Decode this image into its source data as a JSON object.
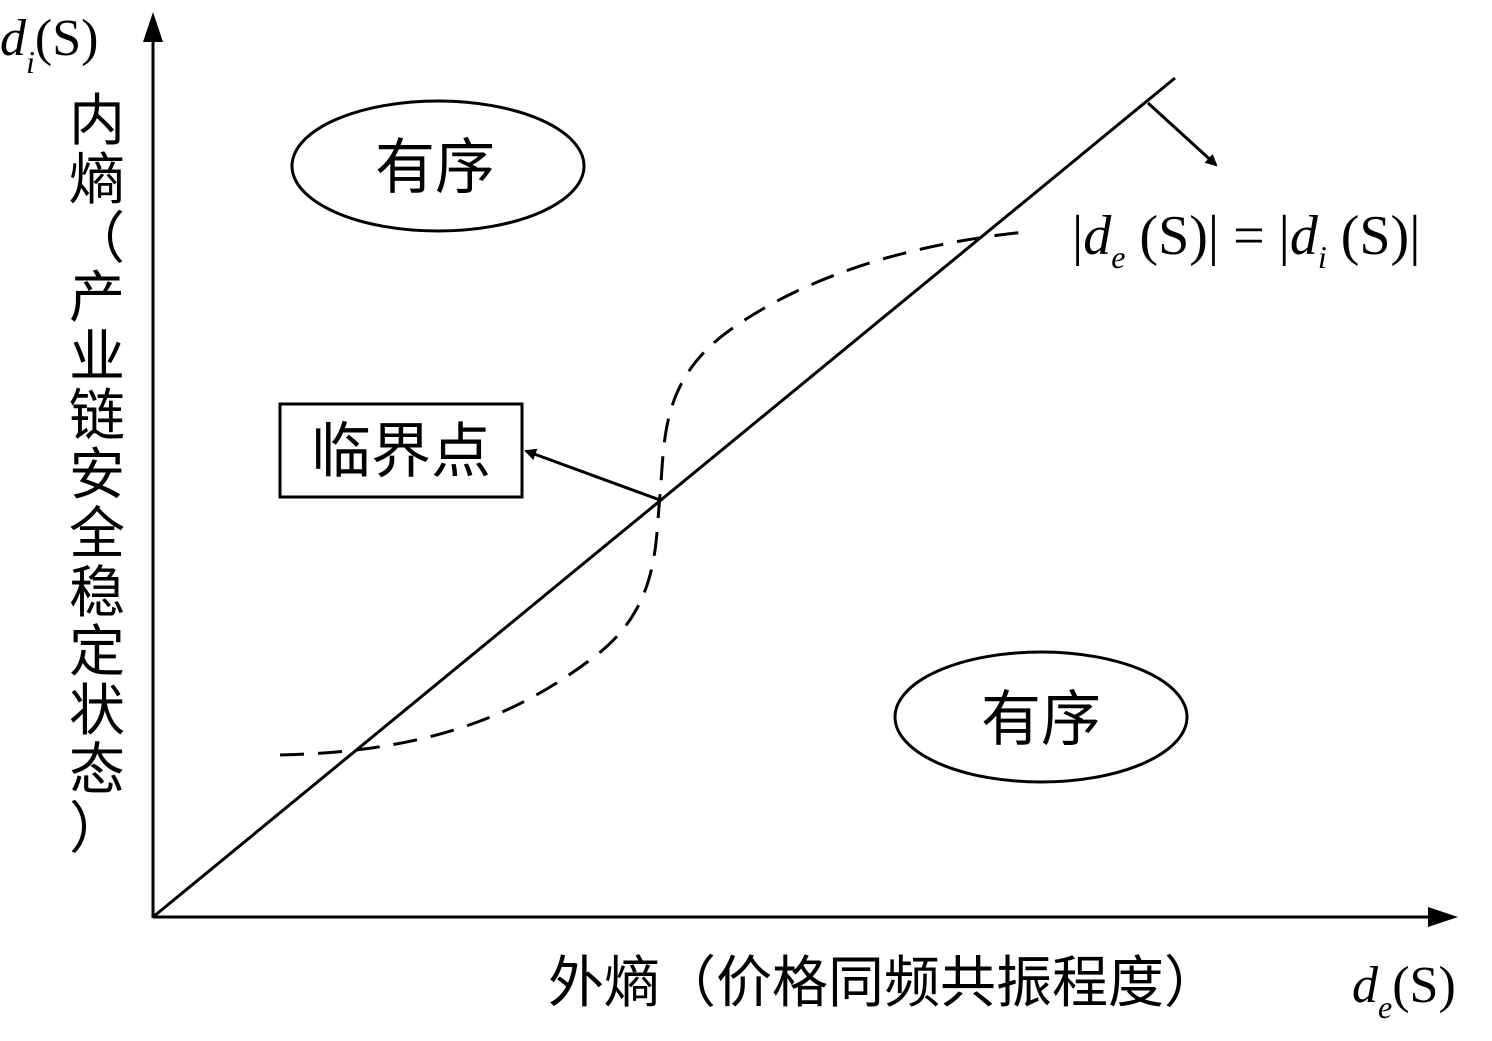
{
  "axes": {
    "y_symbol": {
      "d": "d",
      "sub": "i",
      "paren": "(S)"
    },
    "y_label_chars": [
      "内",
      "熵",
      "（",
      "产",
      "业",
      "链",
      "安",
      "全",
      "稳",
      "定",
      "状",
      "态",
      "）"
    ],
    "x_label": "外熵（价格同频共振程度）",
    "x_symbol": {
      "d": "d",
      "sub": "e",
      "paren": "(S)"
    }
  },
  "regions": {
    "upper": "有序",
    "lower": "有序"
  },
  "critical_point_label": "临界点",
  "equation": {
    "bar_open": "|",
    "d1": "d",
    "sub1": "e",
    "mid1": " (S)| = |",
    "d2": "d",
    "sub2": "i",
    "mid2": " (S)|"
  },
  "colors": {
    "line": "#000000",
    "background": "#ffffff"
  }
}
